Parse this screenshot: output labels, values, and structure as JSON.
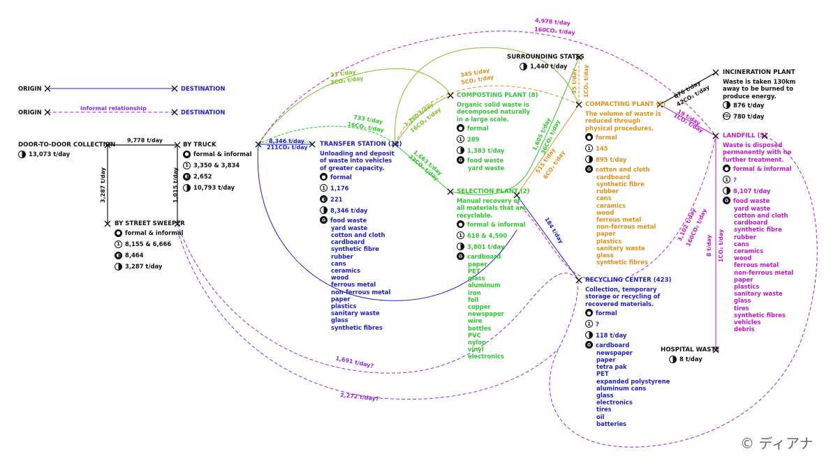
{
  "legend": {
    "origin1": "ORIGIN",
    "destination1": "DESTINATION",
    "origin2": "ORIGIN",
    "destination2": "DESTINATION",
    "informal": "informal relationship"
  },
  "door_to_door": {
    "title": "DOOR-TO-DOOR COLLECTION",
    "amount": "13,073 t/day"
  },
  "by_truck": {
    "title": "BY TRUCK",
    "type": "formal & informal",
    "units": "3,350 & 3,834",
    "trucks": "2,652",
    "amount": "10,793 t/day"
  },
  "street_sweeper": {
    "title": "BY STREET SWEEPER",
    "type": "formal & informal",
    "units": "8,155 & 6,666",
    "trucks": "8,464",
    "amount": "3,287 t/day"
  },
  "transfer_station": {
    "title": "TRANSFER STATION (12)",
    "desc": [
      "Unloading and deposit",
      "of waste into vehicles",
      "of greater capacity."
    ],
    "type": "formal",
    "units": "1,176",
    "trucks": "221",
    "amount": "8,346 t/day",
    "materials": [
      "food waste",
      "yard waste",
      "cotton and cloth",
      "cardboard",
      "synthetic fibre",
      "rubber",
      "cans",
      "ceramics",
      "wood",
      "ferrous metal",
      "non-ferrous metal",
      "paper",
      "plastics",
      "sanitary waste",
      "glass",
      "synthetic fibres"
    ]
  },
  "composting_plant": {
    "title": "COMPOSTING PLANT (8)",
    "desc": [
      "Organic solid waste is",
      "decomposed naturally",
      "in a large scale."
    ],
    "type": "formal",
    "units": "289",
    "amount": "1,383 t/day",
    "materials": [
      "food waste",
      "yard waste"
    ]
  },
  "surrounding_states": {
    "title": "SURROUNDING STATES",
    "amount": "1,440 t/day"
  },
  "selection_plant": {
    "title": "SELECTION PLANT (2)",
    "desc": [
      "Manual recovery of",
      "all materials that are",
      "recyclable."
    ],
    "type": "formal  & informal",
    "units": "618 & 4,500",
    "amount": "3,801 t/day",
    "materials": [
      "cardboard",
      "paper",
      "PET",
      "glass",
      "aluminum",
      "iron",
      "foil",
      "copper",
      "newspaper",
      "wire",
      "bottles",
      "PVC",
      "nylon",
      "vinyl",
      "electronics"
    ]
  },
  "compacting_plant": {
    "title": "COMPACTING PLANT (2)",
    "desc": [
      "The volume of waste is",
      "reduced through",
      "physical procedures."
    ],
    "type": "formal",
    "units": "145",
    "amount": "895 t/day",
    "materials": [
      "cotton and cloth",
      "cardboard",
      "synthetic fibre",
      "rubber",
      "cans",
      "ceramics",
      "wood",
      "ferrous metal",
      "non-ferrous metal",
      "paper",
      "plastics",
      "sanitary waste",
      "glass",
      "synthetic fibres"
    ]
  },
  "incineration_plant": {
    "title": "INCINERATION PLANT",
    "desc": [
      "Waste is taken 130km",
      "away to be burned to",
      "produce energy."
    ],
    "amount": "876 t/day",
    "co2": "780 t/day"
  },
  "landfill": {
    "title": "LANDFILL (5)",
    "desc": [
      "Waste is disposed",
      "permanently with no",
      "further treatment."
    ],
    "type": "formal & informal",
    "units": "?",
    "amount": "8,107 t/day",
    "materials": [
      "food waste",
      "yard waste",
      "cotton and cloth",
      "cardboard",
      "synthetic fibre",
      "rubber",
      "cans",
      "ceramics",
      "wood",
      "ferrous metal",
      "non-ferrous metal",
      "paper",
      "plastics",
      "sanitary waste",
      "glass",
      "tires",
      "synthetic fibres",
      "vehicles",
      "debris"
    ]
  },
  "recycling_center": {
    "title": "RECYCLING CENTER (423)",
    "desc": [
      "Collection, temporary",
      "storage or recycling of",
      "recovered materials."
    ],
    "type": "formal",
    "units": "?",
    "amount": "118 t/day",
    "materials": [
      "cardboard",
      "newspaper",
      "paper",
      "tetra pak",
      "PET",
      "expanded polystyrene",
      "aluminum cans",
      "glass",
      "electronics",
      "tires",
      "oil",
      "batteries"
    ]
  },
  "hospital_waste": {
    "title": "HOSPITAL WASTE",
    "amount": "8 t/day"
  },
  "flows": {
    "f9778": "9,778 t/day",
    "f3287": "3,287 t/day",
    "f1015": "1,015 t/day",
    "f8346": "8,346 t/day",
    "f8346co2": "211CO₂ t/day",
    "f23": "23 t/day",
    "f23co2": "3CO₂ t/day",
    "f733": "733 t/day",
    "f733co2": "16CO₂ t/day",
    "f1260": "1,260 t/day",
    "f1260co2": "16CO₂ t/day",
    "f345": "345 t/day",
    "f345co2": "5CO₂ t/day",
    "f1663": "1,663 t/day",
    "f1663co2": "23CO₂ t/day",
    "f4978": "4,978 t/day",
    "f4978co2": "160CO₂ t/day",
    "f1605": "1,605 t/day",
    "f1605co2": "36CO₂ t/day",
    "f35": "35 t/day",
    "f35co2": "1CO₂ t/day",
    "f515": "515 t/day",
    "f515co2": "6CO₂ t/day",
    "f876": "876 t/day",
    "f876co2": "42CO₂ t/day",
    "f19": "19 t/day",
    "f19co2": "1CO₂ t/day",
    "f184": "184 t/day",
    "f3102": "3,102 t/day",
    "f3102co2": "160CO₂ t/day",
    "f8": "8 t/day",
    "f8co2": "1CO₂ t/day",
    "f1691": "1,691 t/day?",
    "f2272": "2,272 t/day?"
  },
  "copyright": "© ディアナ",
  "colors": {
    "blue": "#1d1ec9",
    "purple": "#8a2be2",
    "green": "#2cc92c",
    "orange": "#e0901a",
    "magenta": "#c019c9",
    "lime": "#7cc11f"
  }
}
